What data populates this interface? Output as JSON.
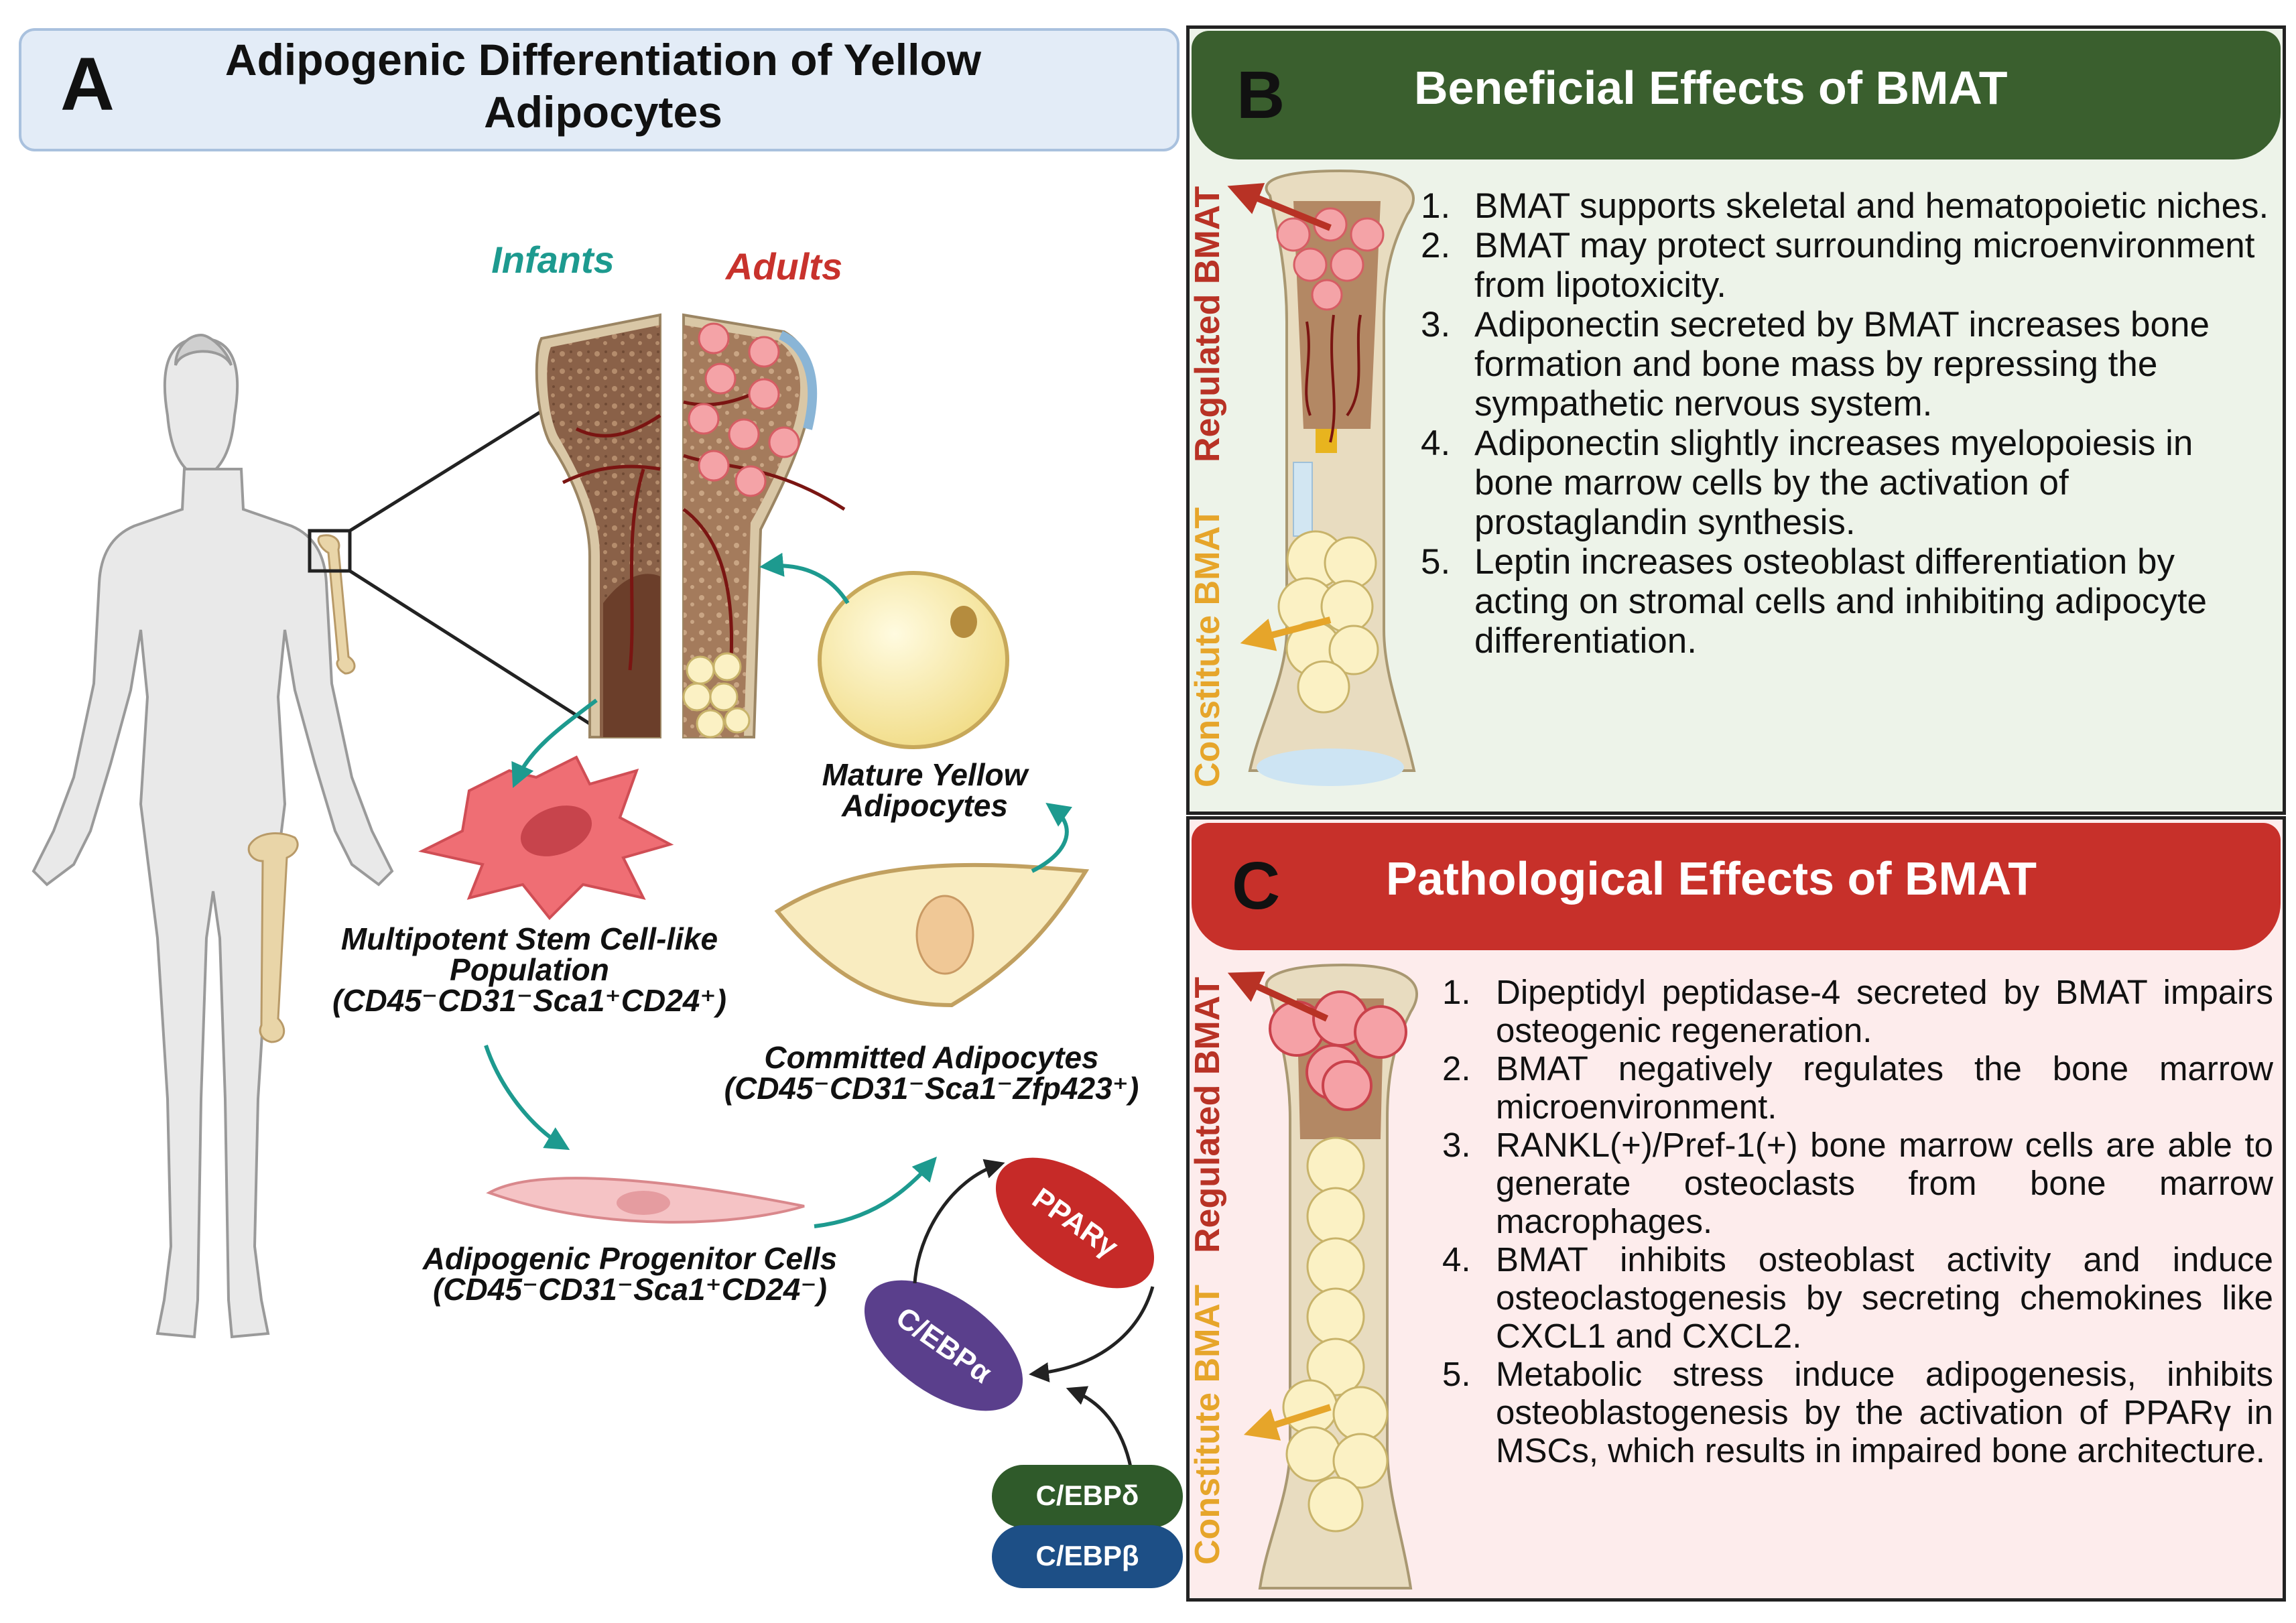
{
  "panel_a": {
    "letter": "A",
    "title_line1": "Adipogenic Differentiation of Yellow",
    "title_line2": "Adipocytes",
    "infants": "Infants",
    "adults": "Adults",
    "mature_line1": "Mature Yellow",
    "mature_line2": "Adipocytes",
    "multipotent_line1": "Multipotent Stem Cell-like",
    "multipotent_line2": "Population",
    "multipotent_markers": "(CD45⁻CD31⁻Sca1⁺CD24⁺)",
    "committed_line1": "Committed Adipocytes",
    "committed_markers": "(CD45⁻CD31⁻Sca1⁻Zfp423⁺)",
    "progenitor_line1": "Adipogenic Progenitor Cells",
    "progenitor_markers": "(CD45⁻CD31⁻Sca1⁺CD24⁻)",
    "pparg": "PPARγ",
    "cebpa": "C/EBPα",
    "cebpd": "C/EBPδ",
    "cebpb": "C/EBPβ"
  },
  "panel_b": {
    "letter": "B",
    "title": "Beneficial Effects of BMAT",
    "regulated": "Regulated BMAT",
    "constitute": "Constitute BMAT",
    "items": [
      {
        "num": "1.",
        "text": "BMAT supports skeletal and hematopoietic niches."
      },
      {
        "num": "2.",
        "text": "BMAT may protect surrounding microenvironment from lipotoxicity."
      },
      {
        "num": "3.",
        "text": "Adiponectin secreted by BMAT increases bone formation and bone mass by repressing the sympathetic nervous system."
      },
      {
        "num": "4.",
        "text": "Adiponectin slightly increases myelopoiesis in bone marrow cells by the activation of prostaglandin synthesis."
      },
      {
        "num": "5.",
        "text": "Leptin increases osteoblast differentiation by acting on stromal cells and inhibiting adipocyte differentiation."
      }
    ]
  },
  "panel_c": {
    "letter": "C",
    "title": "Pathological Effects of BMAT",
    "regulated": "Regulated BMAT",
    "constitute": "Constitute BMAT",
    "items": [
      {
        "num": "1.",
        "text": "Dipeptidyl peptidase-4 secreted by BMAT impairs osteogenic regeneration."
      },
      {
        "num": "2.",
        "text": "BMAT negatively regulates the bone marrow microenvironment."
      },
      {
        "num": "3.",
        "text": "RANKL(+)/Pref-1(+) bone marrow cells are able to generate osteoclasts from bone marrow macrophages."
      },
      {
        "num": "4.",
        "text": "BMAT inhibits osteoblast activity and induce osteoclastogenesis by secreting chemokines like CXCL1 and CXCL2."
      },
      {
        "num": "5.",
        "text": "Metabolic stress induce adipogenesis, inhibits osteoblastogenesis by the activation of PPARγ in MSCs, which results in impaired bone architecture."
      }
    ]
  },
  "colors": {
    "panel_b_header": "#3a5f2e",
    "panel_c_header": "#c7302a",
    "panel_b_bg": "#edf3e9",
    "panel_c_bg": "#fdecec",
    "infants": "#1d9a8f",
    "adults": "#c8322c",
    "regulated": "#b83225",
    "constitute": "#e6a52a",
    "pparg": "#c62a28",
    "cebpa": "#5a3f8c",
    "cebpd": "#2f5a2a",
    "cebpb": "#1d4f86",
    "arrow_teal": "#1d9a8f"
  }
}
